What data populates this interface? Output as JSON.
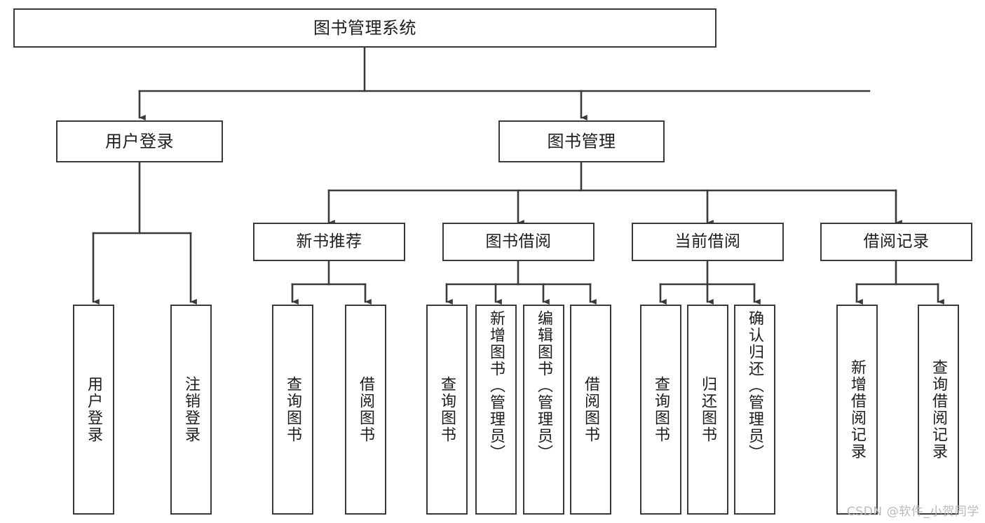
{
  "diagram": {
    "title": "图书管理系统",
    "type": "tree-hierarchy-chart",
    "watermark": "CSDN @软件_小贺同学",
    "colors": {
      "box_border": "#3a3a3a",
      "box_fill": "#ffffff",
      "edge": "#3a3a3a",
      "text": "#1d1d1d",
      "watermark": "#b9b9b9",
      "background": "#ffffff"
    }
  },
  "nodes": {
    "root": {
      "label": "图书管理系统"
    },
    "level2": [
      {
        "id": "user-login",
        "label": "用户登录"
      },
      {
        "id": "book-management",
        "label": "图书管理"
      }
    ],
    "level3": [
      {
        "id": "new-book-recommend",
        "label": "新书推荐"
      },
      {
        "id": "book-borrow",
        "label": "图书借阅"
      },
      {
        "id": "current-borrow",
        "label": "当前借阅"
      },
      {
        "id": "borrow-record",
        "label": "借阅记录"
      }
    ],
    "leaves": {
      "user_login": [
        {
          "id": "leaf-user-login",
          "label": "用户登录"
        },
        {
          "id": "leaf-user-logout",
          "label": "注销登录"
        }
      ],
      "new_book_recommend": [
        {
          "id": "leaf-query-book-1",
          "label": "查询图书"
        },
        {
          "id": "leaf-borrow-book-1",
          "label": "借阅图书"
        }
      ],
      "book_borrow": [
        {
          "id": "leaf-query-book-2",
          "label": "查询图书"
        },
        {
          "id": "leaf-add-book",
          "label": "新增图书（管理员）"
        },
        {
          "id": "leaf-edit-book",
          "label": "编辑图书（管理员）"
        },
        {
          "id": "leaf-borrow-book-2",
          "label": "借阅图书"
        }
      ],
      "current_borrow": [
        {
          "id": "leaf-query-book-3",
          "label": "查询图书"
        },
        {
          "id": "leaf-return-book",
          "label": "归还图书"
        },
        {
          "id": "leaf-confirm-return",
          "label": "确认归还（管理员）"
        }
      ],
      "borrow_record": [
        {
          "id": "leaf-add-record",
          "label": "新增借阅记录"
        },
        {
          "id": "leaf-query-record",
          "label": "查询借阅记录"
        }
      ]
    }
  }
}
